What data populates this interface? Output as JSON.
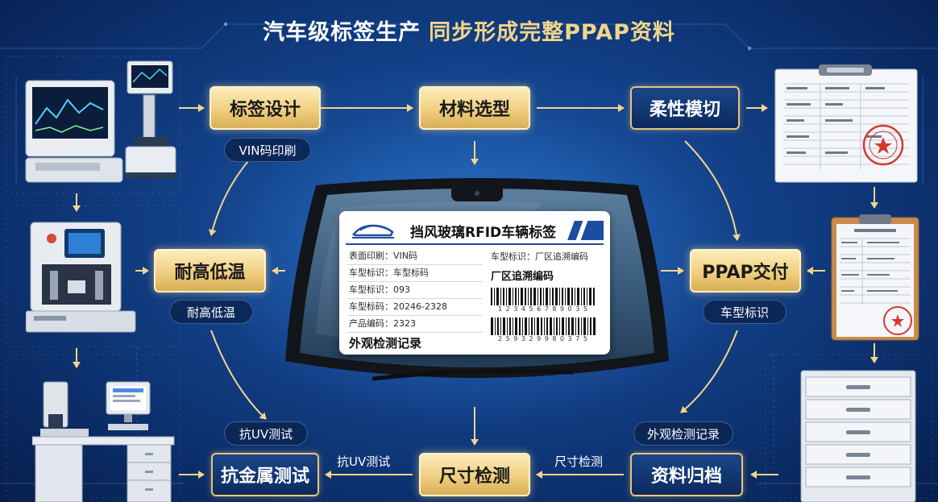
{
  "title": {
    "part1": "汽车级标签生产",
    "part2": "同步形成完整PPAP资料"
  },
  "nodes": {
    "label_design": "标签设计",
    "material_select": "材料选型",
    "flex_die_cut": "柔性模切",
    "heat_resist": "耐高低温",
    "ppap_delivery": "PPAP交付",
    "anti_metal": "抗金属测试",
    "dimension_check": "尺寸检测",
    "archive": "资料归档"
  },
  "sub_labels": {
    "vin_print": "VIN码印刷",
    "heat_resist_sub": "耐高低温",
    "vehicle_id": "车型标识",
    "uv_test_sub": "抗UV测试",
    "visual_record_sub": "外观检测记录"
  },
  "edge_labels": {
    "uv_test_edge": "抗UV测试",
    "dimension_edge": "尺寸检测"
  },
  "rfid_label": {
    "title": "挡风玻璃RFID车辆标签",
    "row1": "表面印刷：VIN码",
    "row2": "车型标识：车型标码",
    "row3": "车型标识：093",
    "row4": "车型标码：20246-2328",
    "row5": "产品编码：2323",
    "row6": "外观检测记录",
    "right_line1": "车型标识：厂区追溯编码",
    "right_line2": "厂区追溯编码",
    "barcode1_num": "1 2 3 4 5 6 7 8 9 0 3 5",
    "barcode2_num": "2 5 9 3 2 9 9 8 0 3 7 5"
  },
  "colors": {
    "bg_center": "#1d5fb2",
    "bg_edge": "#071f4d",
    "gold": "#f0cf7f",
    "navy_box": "#0c2a5e",
    "title_gold": "#f3d58a",
    "accent_blue": "#1d4da0"
  },
  "icons": {
    "machine_top_left": "lab-monitor-microscope-icon",
    "machine_mid_left": "test-chamber-icon",
    "machine_bottom_left": "measuring-workstation-icon",
    "doc_top_right": "ppap-form-clipboard-icon",
    "doc_mid_right": "stamped-report-clipboard-icon",
    "cabinet_bottom_right": "filing-cabinet-icon"
  }
}
